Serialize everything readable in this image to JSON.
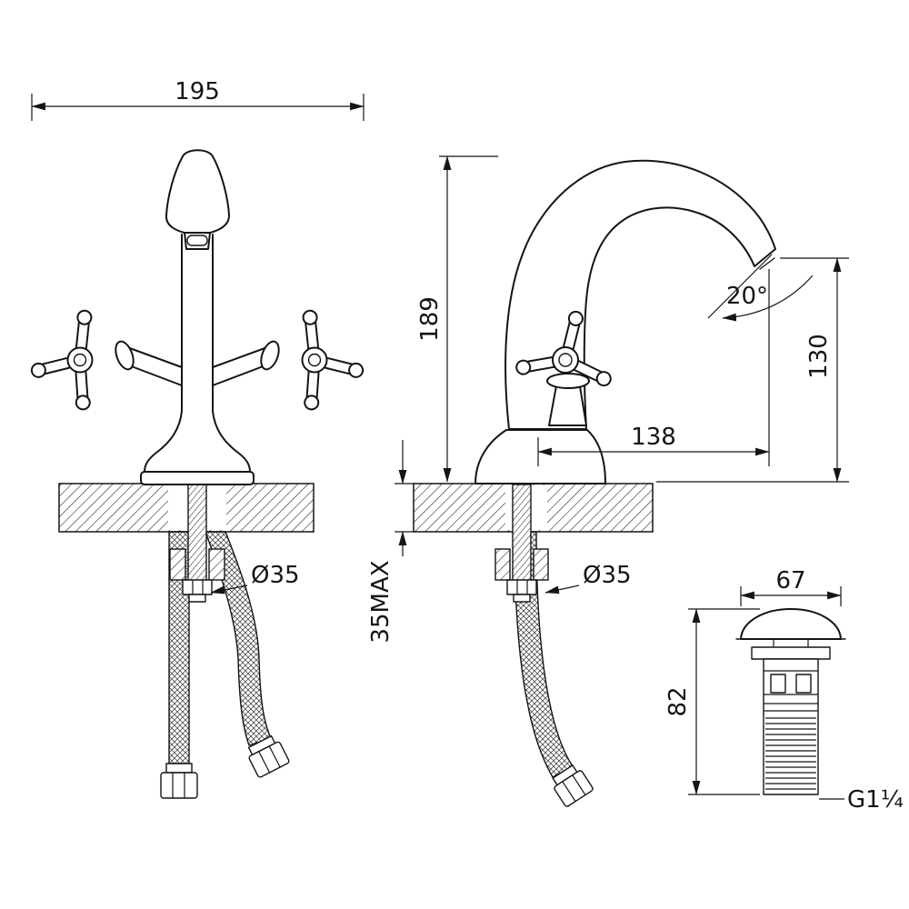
{
  "drawing": {
    "front": {
      "width": "195",
      "hole_diameter": "Ø35"
    },
    "side": {
      "height": "189",
      "spout_angle": "20°",
      "outlet_height": "130",
      "spout_reach": "138",
      "hole_diameter": "Ø35",
      "max_counter_thickness": "35MAX"
    },
    "drain": {
      "cap_diameter": "67",
      "body_height": "82",
      "thread_size": "G1¼"
    }
  }
}
